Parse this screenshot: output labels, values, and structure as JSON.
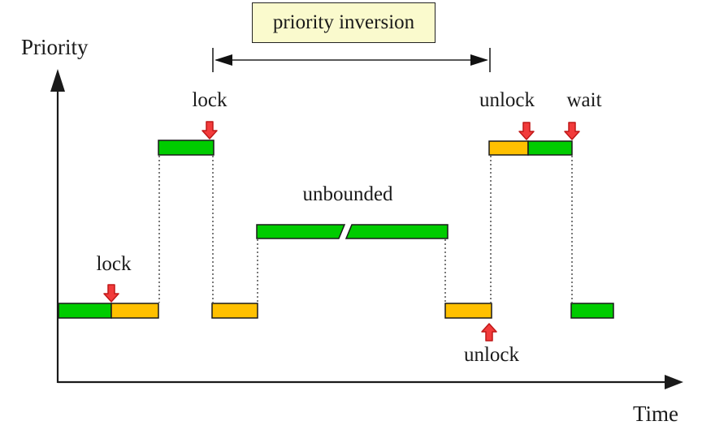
{
  "labels": {
    "y_axis": "Priority",
    "x_axis": "Time",
    "title_box": "priority inversion",
    "lock_high": "lock",
    "lock_low": "lock",
    "unlock_high": "unlock",
    "unlock_low": "unlock",
    "wait": "wait",
    "unbounded": "unbounded"
  },
  "colors": {
    "running": "#00cc00",
    "lock-held": "#ffc000",
    "arrow-fill": "#f23b3b",
    "arrow-stroke": "#c01818",
    "box-fill": "#fafacd",
    "line": "#1a1a1a"
  },
  "timeline_segments": [
    {
      "priority": "low",
      "parts": [
        "green-running",
        "orange-holding-lock"
      ],
      "event": "lock"
    },
    {
      "priority": "high",
      "parts": [
        "green-running"
      ],
      "event": "lock attempt"
    },
    {
      "priority": "low",
      "parts": [
        "orange-holding-lock"
      ]
    },
    {
      "priority": "medium",
      "parts": [
        "green-running-with-break"
      ],
      "note": "unbounded"
    },
    {
      "priority": "low",
      "parts": [
        "orange-holding-lock"
      ],
      "event": "unlock"
    },
    {
      "priority": "high",
      "parts": [
        "orange-holding-lock",
        "green-running"
      ],
      "events": [
        "unlock",
        "wait"
      ]
    },
    {
      "priority": "low",
      "parts": [
        "green-running"
      ]
    }
  ]
}
